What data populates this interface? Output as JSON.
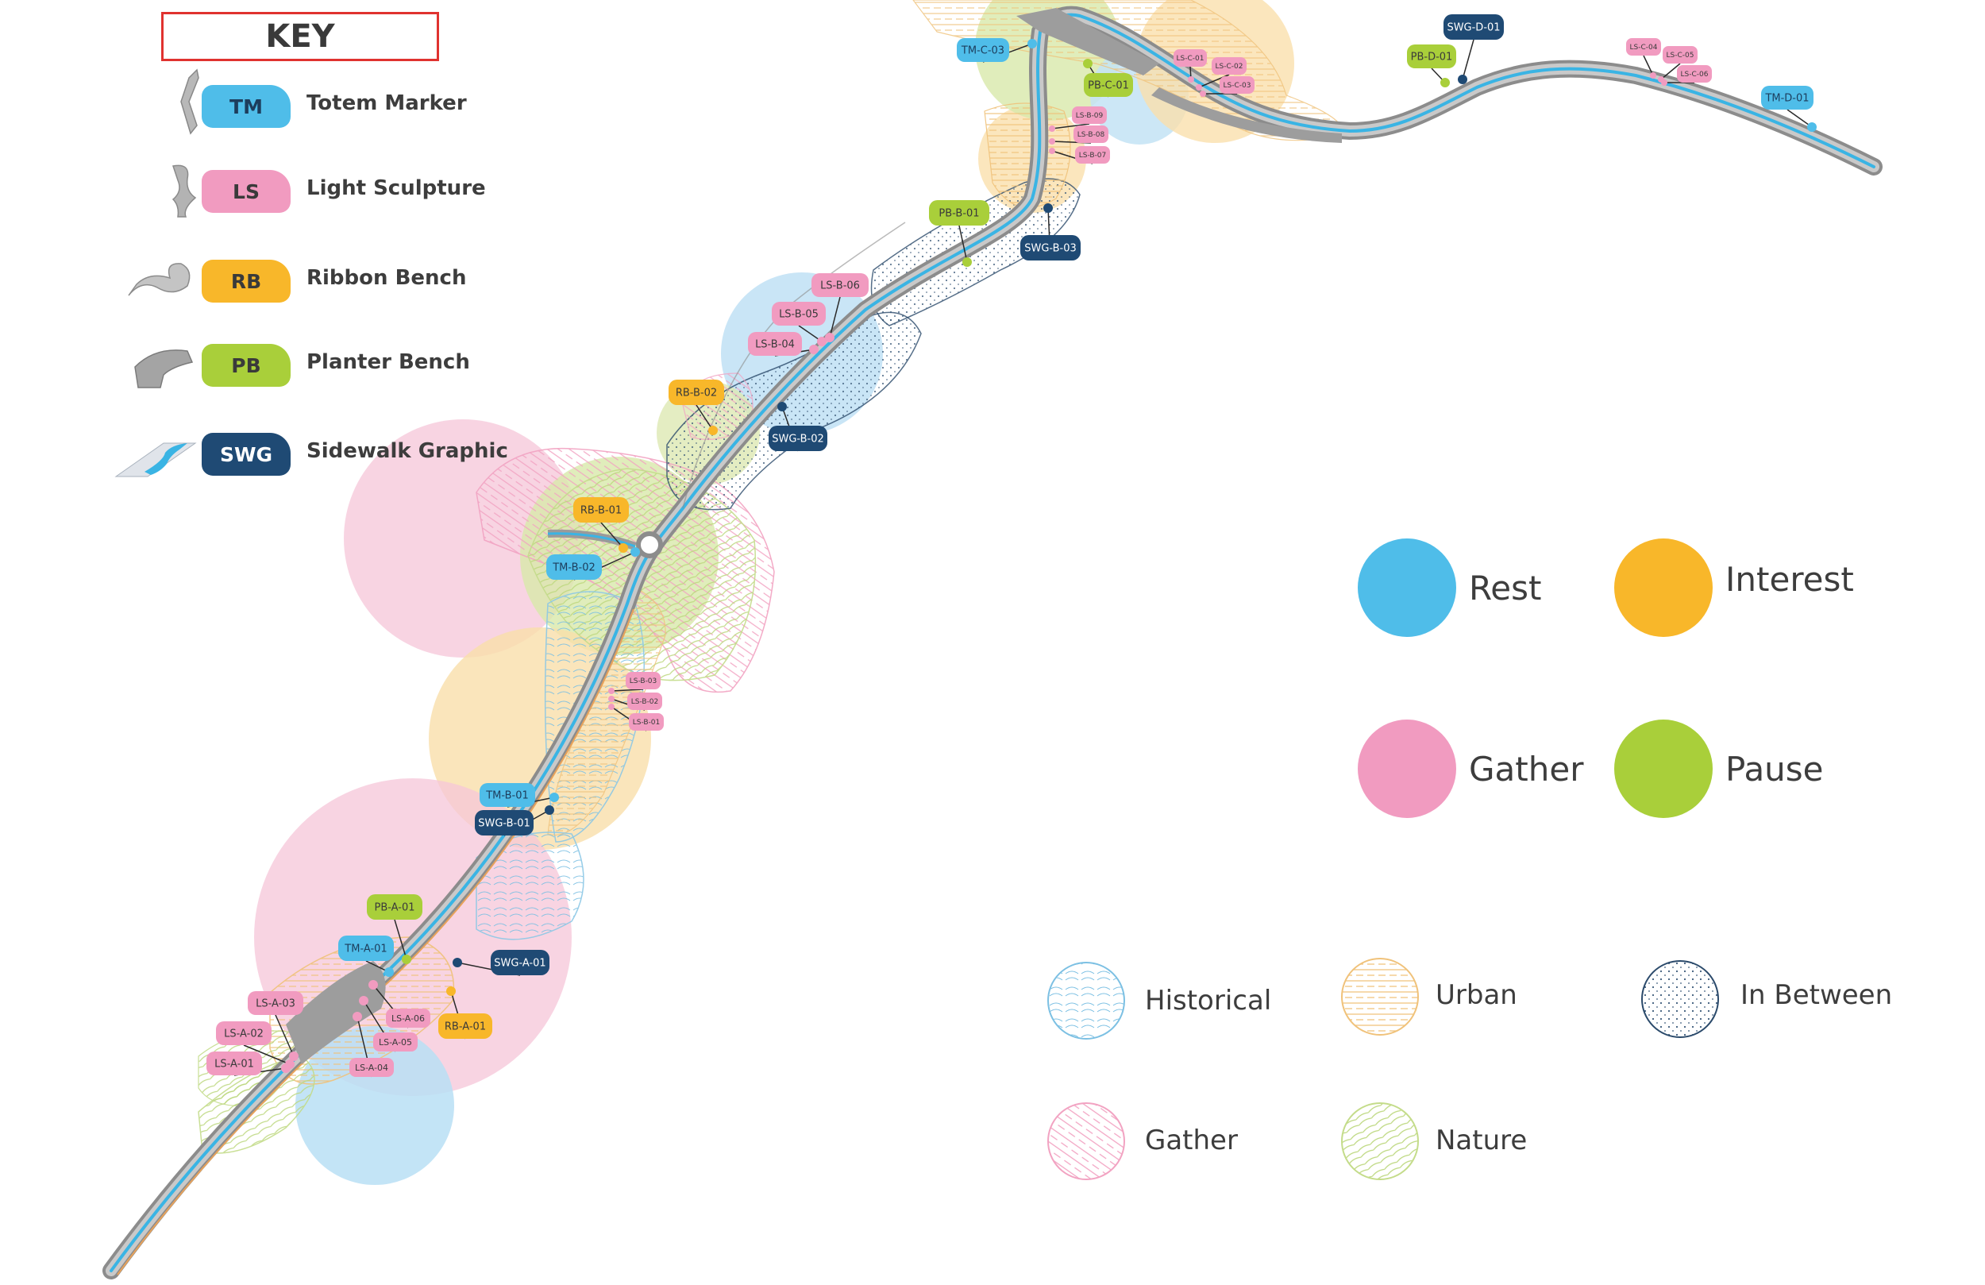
{
  "key": {
    "title": "KEY",
    "items": [
      {
        "abbr": "TM",
        "label": "Totem Marker",
        "color": "#4fbde9",
        "text_color": "#1d3d5c",
        "icon": "totem-marker-icon"
      },
      {
        "abbr": "LS",
        "label": "Light Sculpture",
        "color": "#f19bc0",
        "text_color": "#3a3a3a",
        "icon": "light-sculpture-icon"
      },
      {
        "abbr": "RB",
        "label": "Ribbon Bench",
        "color": "#f8b72a",
        "text_color": "#3a3a3a",
        "icon": "ribbon-bench-icon"
      },
      {
        "abbr": "PB",
        "label": "Planter Bench",
        "color": "#a9cf3a",
        "text_color": "#3a3a3a",
        "icon": "planter-bench-icon"
      },
      {
        "abbr": "SWG",
        "label": "Sidewalk Graphic",
        "color": "#1f4a74",
        "text_color": "#ffffff",
        "icon": "sidewalk-graphic-icon"
      }
    ]
  },
  "experience_legend": [
    {
      "label": "Rest",
      "color": "#4fbde9"
    },
    {
      "label": "Interest",
      "color": "#f8b72a"
    },
    {
      "label": "Gather",
      "color": "#f19bc0"
    },
    {
      "label": "Pause",
      "color": "#a9cf3a"
    }
  ],
  "zone_legend": [
    {
      "label": "Historical",
      "color": "#6fb9df",
      "pattern": "contour"
    },
    {
      "label": "Urban",
      "color": "#f3c887",
      "pattern": "hatch"
    },
    {
      "label": "In Between",
      "color": "#2b4a6b",
      "pattern": "dots"
    },
    {
      "label": "Gather",
      "color": "#f2a3c2",
      "pattern": "hatch-diagonal"
    },
    {
      "label": "Nature",
      "color": "#b9d87a",
      "pattern": "contour"
    }
  ],
  "markers": [
    {
      "id": "TM-C-03",
      "type": "TM"
    },
    {
      "id": "PB-C-01",
      "type": "PB"
    },
    {
      "id": "LS-C-01",
      "type": "LS"
    },
    {
      "id": "LS-C-02",
      "type": "LS"
    },
    {
      "id": "LS-C-03",
      "type": "LS"
    },
    {
      "id": "SWG-D-01",
      "type": "SWG"
    },
    {
      "id": "PB-D-01",
      "type": "PB"
    },
    {
      "id": "LS-C-04",
      "type": "LS"
    },
    {
      "id": "LS-C-05",
      "type": "LS"
    },
    {
      "id": "LS-C-06",
      "type": "LS"
    },
    {
      "id": "TM-D-01",
      "type": "TM"
    },
    {
      "id": "LS-B-09",
      "type": "LS"
    },
    {
      "id": "LS-B-08",
      "type": "LS"
    },
    {
      "id": "LS-B-07",
      "type": "LS"
    },
    {
      "id": "PB-B-01",
      "type": "PB"
    },
    {
      "id": "SWG-B-03",
      "type": "SWG"
    },
    {
      "id": "LS-B-06",
      "type": "LS"
    },
    {
      "id": "LS-B-05",
      "type": "LS"
    },
    {
      "id": "LS-B-04",
      "type": "LS"
    },
    {
      "id": "RB-B-02",
      "type": "RB"
    },
    {
      "id": "SWG-B-02",
      "type": "SWG"
    },
    {
      "id": "RB-B-01",
      "type": "RB"
    },
    {
      "id": "TM-B-02",
      "type": "TM"
    },
    {
      "id": "LS-B-03",
      "type": "LS"
    },
    {
      "id": "LS-B-02",
      "type": "LS"
    },
    {
      "id": "LS-B-01",
      "type": "LS"
    },
    {
      "id": "TM-B-01",
      "type": "TM"
    },
    {
      "id": "SWG-B-01",
      "type": "SWG"
    },
    {
      "id": "PB-A-01",
      "type": "PB"
    },
    {
      "id": "TM-A-01",
      "type": "TM"
    },
    {
      "id": "SWG-A-01",
      "type": "SWG"
    },
    {
      "id": "LS-A-03",
      "type": "LS"
    },
    {
      "id": "LS-A-02",
      "type": "LS"
    },
    {
      "id": "LS-A-01",
      "type": "LS"
    },
    {
      "id": "LS-A-06",
      "type": "LS"
    },
    {
      "id": "LS-A-05",
      "type": "LS"
    },
    {
      "id": "LS-A-04",
      "type": "LS"
    },
    {
      "id": "RB-A-01",
      "type": "RB"
    }
  ]
}
